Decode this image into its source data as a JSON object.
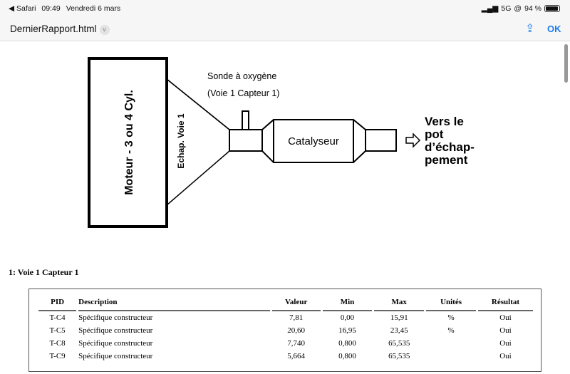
{
  "status": {
    "back": "◀ Safari",
    "time": "09:49",
    "date": "Vendredi 6 mars",
    "signal": "5G",
    "battery": "94 %",
    "battery_level": 0.94
  },
  "nav": {
    "title": "DernierRapport.html",
    "ok": "OK"
  },
  "diagram": {
    "engine": "Moteur - 3 ou 4 Cyl.",
    "manifold": "Echap. Voie 1",
    "sensor_line1": "Sonde à oxygène",
    "sensor_line2": "(Voie 1 Capteur 1)",
    "catalyst": "Catalyseur",
    "exit": [
      "Vers le",
      "pot",
      "d’échap-",
      "pement"
    ]
  },
  "section_title": "1: Voie 1 Capteur 1",
  "table": {
    "headers": [
      "PID",
      "Description",
      "Valeur",
      "Min",
      "Max",
      "Unités",
      "Résultat"
    ],
    "rows": [
      [
        "T-C4",
        "Spécifique constructeur",
        "7,81",
        "0,00",
        "15,91",
        "%",
        "Oui"
      ],
      [
        "T-C5",
        "Spécifique constructeur",
        "20,60",
        "16,95",
        "23,45",
        "%",
        "Oui"
      ],
      [
        "T-C8",
        "Spécifique constructeur",
        "7,740",
        "0,800",
        "65,535",
        "",
        "Oui"
      ],
      [
        "T-C9",
        "Spécifique constructeur",
        "5,664",
        "0,800",
        "65,535",
        "",
        "Oui"
      ]
    ]
  }
}
